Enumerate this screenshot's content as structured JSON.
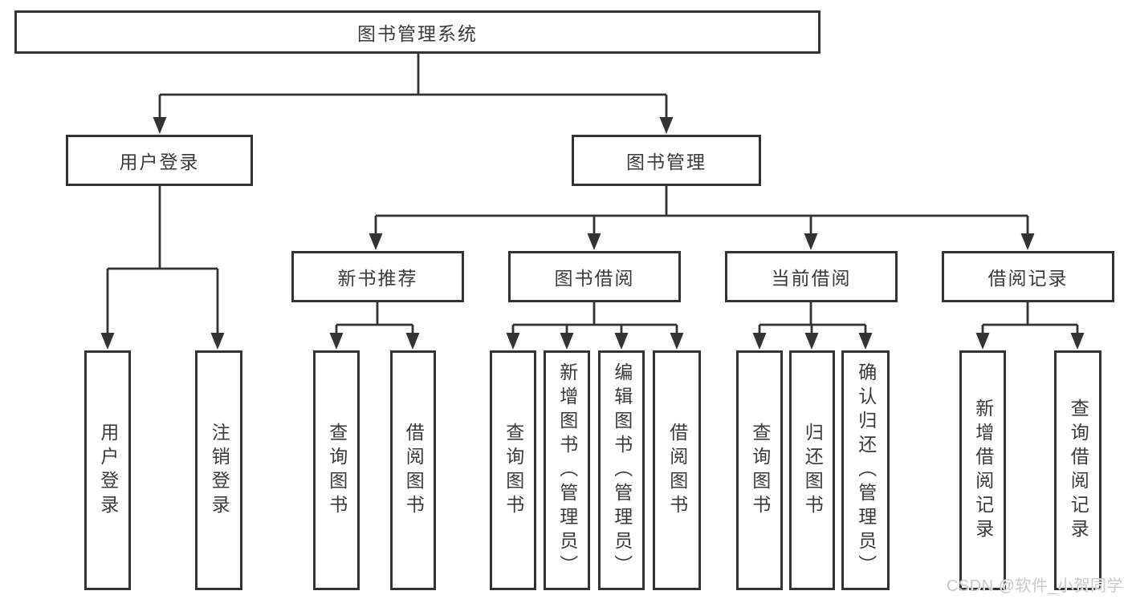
{
  "diagram": {
    "title": "图书管理系统",
    "type": "tree-structure-chart",
    "style": {
      "line_color": "#333333",
      "box_border_color": "#333333",
      "box_fill": "#ffffff",
      "text_color": "#3a3a3a",
      "background": "#ffffff"
    },
    "nodes": {
      "root": {
        "label": "图书管理系统",
        "parent": null
      },
      "user_login": {
        "label": "用户登录",
        "parent": "root"
      },
      "book_mgmt": {
        "label": "图书管理",
        "parent": "root"
      },
      "leaf_user_login": {
        "label": "用户登录",
        "parent": "user_login"
      },
      "leaf_logout": {
        "label": "注销登录",
        "parent": "user_login"
      },
      "new_books": {
        "label": "新书推荐",
        "parent": "book_mgmt"
      },
      "book_borrow": {
        "label": "图书借阅",
        "parent": "book_mgmt"
      },
      "current_borrow": {
        "label": "当前借阅",
        "parent": "book_mgmt"
      },
      "borrow_records": {
        "label": "借阅记录",
        "parent": "book_mgmt"
      },
      "nb_query": {
        "label": "查询图书",
        "parent": "new_books"
      },
      "nb_borrow": {
        "label": "借阅图书",
        "parent": "new_books"
      },
      "bb_query": {
        "label": "查询图书",
        "parent": "book_borrow"
      },
      "bb_add": {
        "label": "新增图书（管理员）",
        "parent": "book_borrow"
      },
      "bb_edit": {
        "label": "编辑图书（管理员）",
        "parent": "book_borrow"
      },
      "bb_borrow": {
        "label": "借阅图书",
        "parent": "book_borrow"
      },
      "cb_query": {
        "label": "查询图书",
        "parent": "current_borrow"
      },
      "cb_return": {
        "label": "归还图书",
        "parent": "current_borrow"
      },
      "cb_confirm": {
        "label": "确认归还（管理员）",
        "parent": "current_borrow"
      },
      "br_add": {
        "label": "新增借阅记录",
        "parent": "borrow_records"
      },
      "br_query": {
        "label": "查询借阅记录",
        "parent": "borrow_records"
      }
    }
  },
  "watermark": {
    "text": "CSDN @软件_小贺同学",
    "color": "#c8c8c8"
  }
}
